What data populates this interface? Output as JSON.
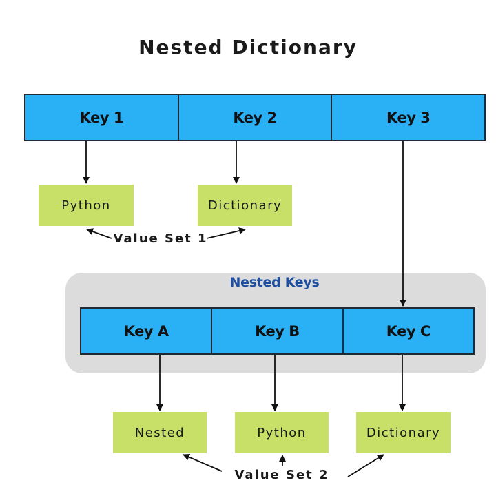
{
  "title": "Nested Dictionary",
  "top_keys": [
    "Key 1",
    "Key 2",
    "Key 3"
  ],
  "value_set_1": {
    "values": [
      "Python",
      "Dictionary"
    ],
    "label": "Value Set 1"
  },
  "nested": {
    "panel_title": "Nested Keys",
    "keys": [
      "Key A",
      "Key B",
      "Key C"
    ]
  },
  "value_set_2": {
    "values": [
      "Nested",
      "Python",
      "Dictionary"
    ],
    "label": "Value Set 2"
  },
  "colors": {
    "key_fill": "#29b0f5",
    "value_fill": "#c8e068",
    "panel_fill": "#dcdcdc",
    "panel_title": "#1f4e9e"
  }
}
